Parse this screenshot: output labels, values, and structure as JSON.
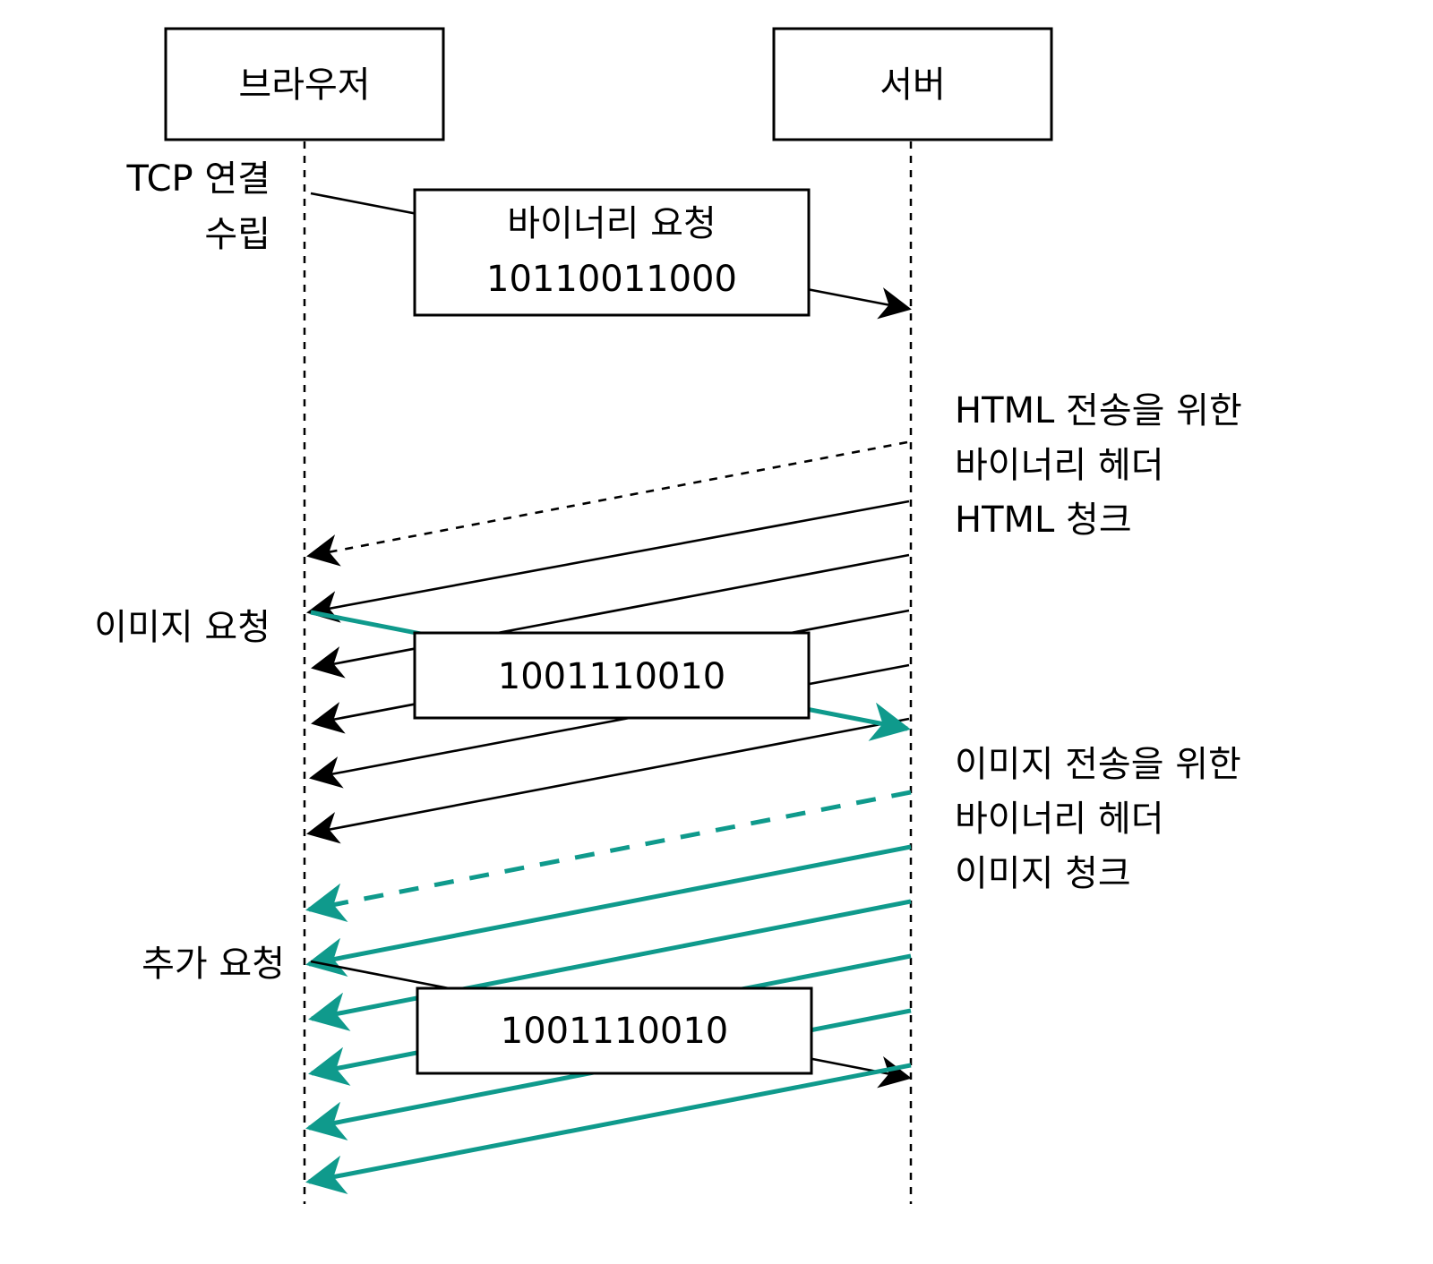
{
  "participants": {
    "browser": "브라우저",
    "server": "서버"
  },
  "notes": {
    "tcp": [
      "TCP 연결",
      "수립"
    ],
    "image_request": "이미지 요청",
    "extra_request": "추가 요청",
    "html_transfer": [
      "HTML 전송을 위한",
      "바이너리 헤더",
      "HTML 청크"
    ],
    "image_transfer": [
      "이미지 전송을 위한",
      "바이너리 헤더",
      "이미지 청크"
    ]
  },
  "messages": {
    "binary_request": [
      "바이너리 요청",
      "10110011000"
    ],
    "image_request_bits": "1001110010",
    "extra_request_bits": "1001110010"
  },
  "colors": {
    "line": "#000000",
    "highlight": "#0f9a8c",
    "background": "#ffffff"
  }
}
